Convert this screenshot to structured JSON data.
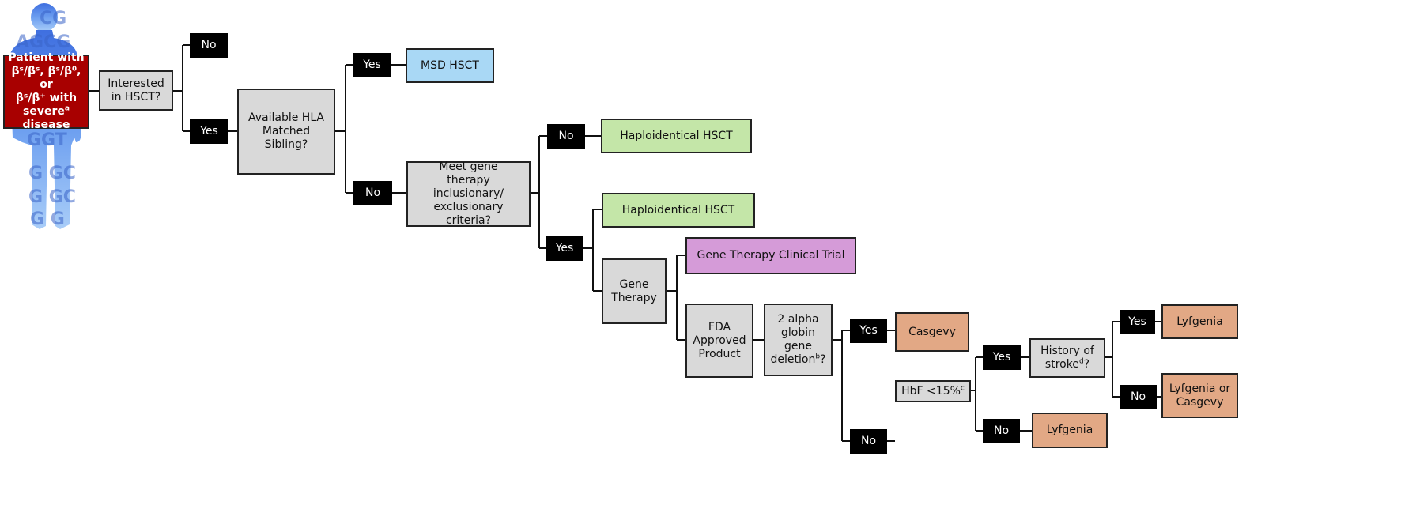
{
  "diagram": {
    "title": "Treatment decision flowchart for sickle cell disease",
    "icon": "human-body-dna-silhouette-icon",
    "colors": {
      "patient": "#a80000",
      "question": "#d9d9d9",
      "label": "#000000",
      "msd": "#a9d8f5",
      "haplo": "#c4e6a8",
      "trial": "#d59bd8",
      "product": "#e2a885"
    },
    "nodes": {
      "patient": {
        "line1": "Patient with",
        "line2": "βˢ/βˢ, βˢ/β⁰, or",
        "line3": "βˢ/β⁺ with",
        "line4_pre": "severe",
        "line4_sup": "a",
        "line4_post": " disease"
      },
      "interested": "Interested in HSCT?",
      "no_interest": "No",
      "yes_interest": "Yes",
      "hla": "Available HLA Matched Sibling?",
      "yes_hla": "Yes",
      "msd_hsct": "MSD HSCT",
      "no_hla": "No",
      "gene_criteria": "Meet gene therapy inclusionary/ exclusionary criteria?",
      "no_criteria": "No",
      "haplo_1": "Haploidentical HSCT",
      "yes_criteria": "Yes",
      "haplo_2": "Haploidentical HSCT",
      "gene_therapy": "Gene Therapy",
      "clinical_trial": "Gene Therapy Clinical Trial",
      "fda": "FDA Approved Product",
      "alpha": {
        "pre": "2 alpha globin gene deletion",
        "sup": "b",
        "post": "?"
      },
      "yes_alpha": "Yes",
      "casgevy": "Casgevy",
      "no_alpha": "No",
      "hbf": {
        "pre": "HbF <15%",
        "sup": "c",
        "post": ""
      },
      "yes_hbf": "Yes",
      "stroke": {
        "pre": "History of stroke",
        "sup": "d",
        "post": "?"
      },
      "yes_stroke": "Yes",
      "lyfgenia_1": "Lyfgenia",
      "no_stroke": "No",
      "lyf_or_cas": "Lyfgenia or Casgevy",
      "no_hbf": "No",
      "lyfgenia_2": "Lyfgenia"
    }
  }
}
